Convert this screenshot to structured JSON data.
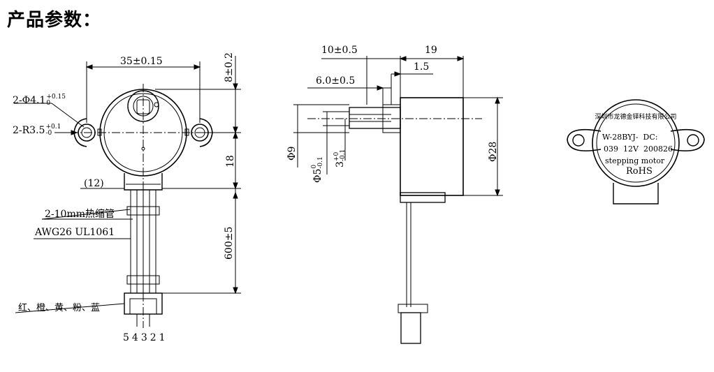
{
  "title": "产品参数：",
  "front_view": {
    "width_dim": "35±0.15",
    "hole_dim": "2-Φ4.1",
    "hole_tol_upper": "+0.15",
    "hole_tol_lower": "0",
    "radius_dim": "2-R3.5",
    "radius_tol_upper": "+0.1",
    "radius_tol_lower": "-0",
    "offset_dim": "8±0.2",
    "height_dim": "18",
    "header_dim": "(12)",
    "heat_shrink": "2-10mm热缩管",
    "wire_spec": "AWG26 UL1061",
    "lead_length": "600±5",
    "wire_colors": "红、橙、黄、粉、蓝",
    "pin_numbers": "54321"
  },
  "side_view": {
    "dim_10": "10±0.5",
    "dim_19": "19",
    "dim_15": "1.5",
    "dim_6": "6.0±0.5",
    "dim_phi9": "Φ9",
    "dim_phi5": "Φ5",
    "phi5_tol_upper": "0",
    "phi5_tol_lower": "-0.1",
    "dim_3": "3",
    "dim3_tol_upper": "+0",
    "dim3_tol_lower": "-0.1",
    "dim_phi28": "Φ28"
  },
  "label_view": {
    "company": "深圳市龙德金铎科技有限公司",
    "model": "W-28BYJ-",
    "dc": "DC:",
    "code": "039",
    "voltage": "12V",
    "date": "200826",
    "type": "stepping motor",
    "rohs": "RoHS"
  }
}
